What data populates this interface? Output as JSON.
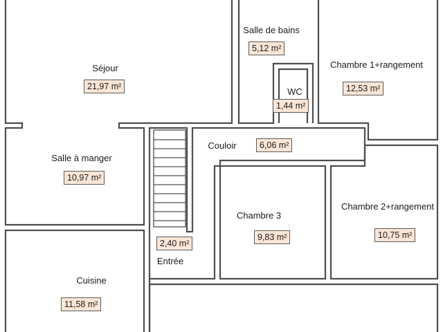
{
  "colors": {
    "wall": "#4d4d4d",
    "badge_bg": "#fbe6d6",
    "text": "#1a1a1a"
  },
  "rooms": {
    "sejour": {
      "name": "Séjour",
      "area": "21,97 m²"
    },
    "salle_de_bains": {
      "name": "Salle de bains",
      "area": "5,12 m²"
    },
    "chambre1": {
      "name": "Chambre 1+rangement",
      "area": "12,53 m²"
    },
    "wc": {
      "name": "WC",
      "area": "1,44 m²"
    },
    "salle_a_manger": {
      "name": "Salle à manger",
      "area": "10,97 m²"
    },
    "couloir": {
      "name": "Couloir",
      "area": "6,06 m²"
    },
    "chambre3": {
      "name": "Chambre 3",
      "area": "9,83 m²"
    },
    "chambre2": {
      "name": "Chambre 2+rangement",
      "area": "10,75 m²"
    },
    "entree": {
      "name": "Entrée",
      "area": "2,40 m²"
    },
    "cuisine": {
      "name": "Cuisine",
      "area": "11,58 m²"
    }
  }
}
